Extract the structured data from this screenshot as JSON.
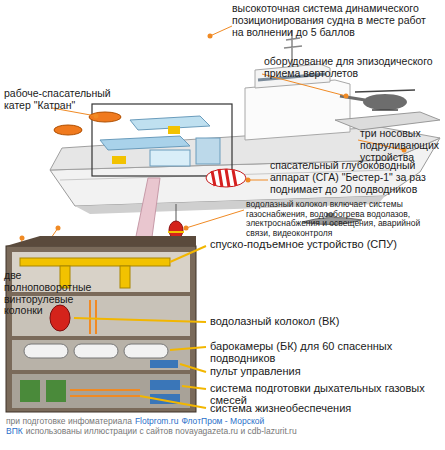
{
  "diagram": {
    "labels": [
      "высокоточная система динамического позиционирования судна в месте работ на волнении до 5 баллов",
      "оборудование для эпизодического приема вертолетов",
      "рабоче-спасательный катер \"Катран\"",
      "три носовых подруливающих устройства",
      "спасательный глубоководный аппарат (СГА) \"Бестер-1\" за раз поднимает до 20 подводников",
      "водолазный колокол включает системы газоснабжения, водообогрева водолазов, электроснабжения и освещения, аварийной связи, видеоконтроля",
      "две полноповоротные винторулевые колонки",
      "спуско-подъемное устройство (СПУ)",
      "водолазный колокол (ВК)",
      "барокамеры (БК) для 60 спасенных подводников",
      "пульт управления",
      "система подготовки дыхательных газовых смесей",
      "система жизнеобеспечения",
      "при подготовке инфоматериала",
      "Flotprom.ru",
      "ФлотПром - Морской ВПК",
      "использованы иллюстрации с сайтов novayagazeta.ru и cdb-lazurit.ru"
    ]
  }
}
